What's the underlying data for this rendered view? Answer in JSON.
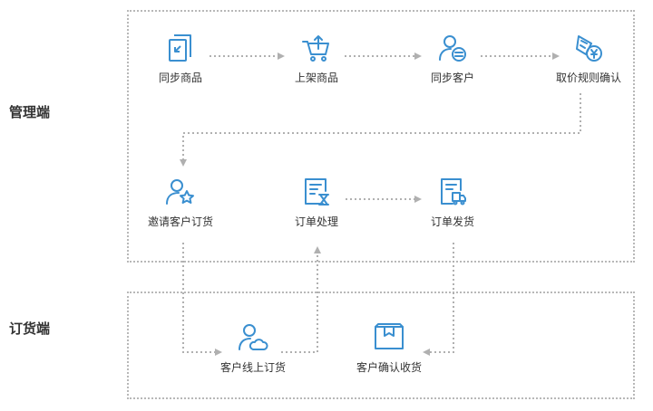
{
  "sections": {
    "admin_label": "管理端",
    "order_label": "订货端"
  },
  "nodes": [
    {
      "id": "sync-goods",
      "label": "同步商品",
      "icon": "document-sync-icon"
    },
    {
      "id": "list-goods",
      "label": "上架商品",
      "icon": "cart-upload-icon"
    },
    {
      "id": "sync-customer",
      "label": "同步客户",
      "icon": "user-sync-icon"
    },
    {
      "id": "price-rule",
      "label": "取价规则确认",
      "icon": "price-tag-icon"
    },
    {
      "id": "invite-customer",
      "label": "邀请客户订货",
      "icon": "user-star-icon"
    },
    {
      "id": "order-process",
      "label": "订单处理",
      "icon": "order-hourglass-icon"
    },
    {
      "id": "order-ship",
      "label": "订单发货",
      "icon": "order-truck-icon"
    },
    {
      "id": "customer-order",
      "label": "客户线上订货",
      "icon": "user-cloud-icon"
    },
    {
      "id": "customer-receive",
      "label": "客户确认收货",
      "icon": "box-check-icon"
    }
  ],
  "colors": {
    "icon": "#3a8fd0",
    "arrow": "#b0b0b0",
    "border": "#b8b8b8"
  }
}
